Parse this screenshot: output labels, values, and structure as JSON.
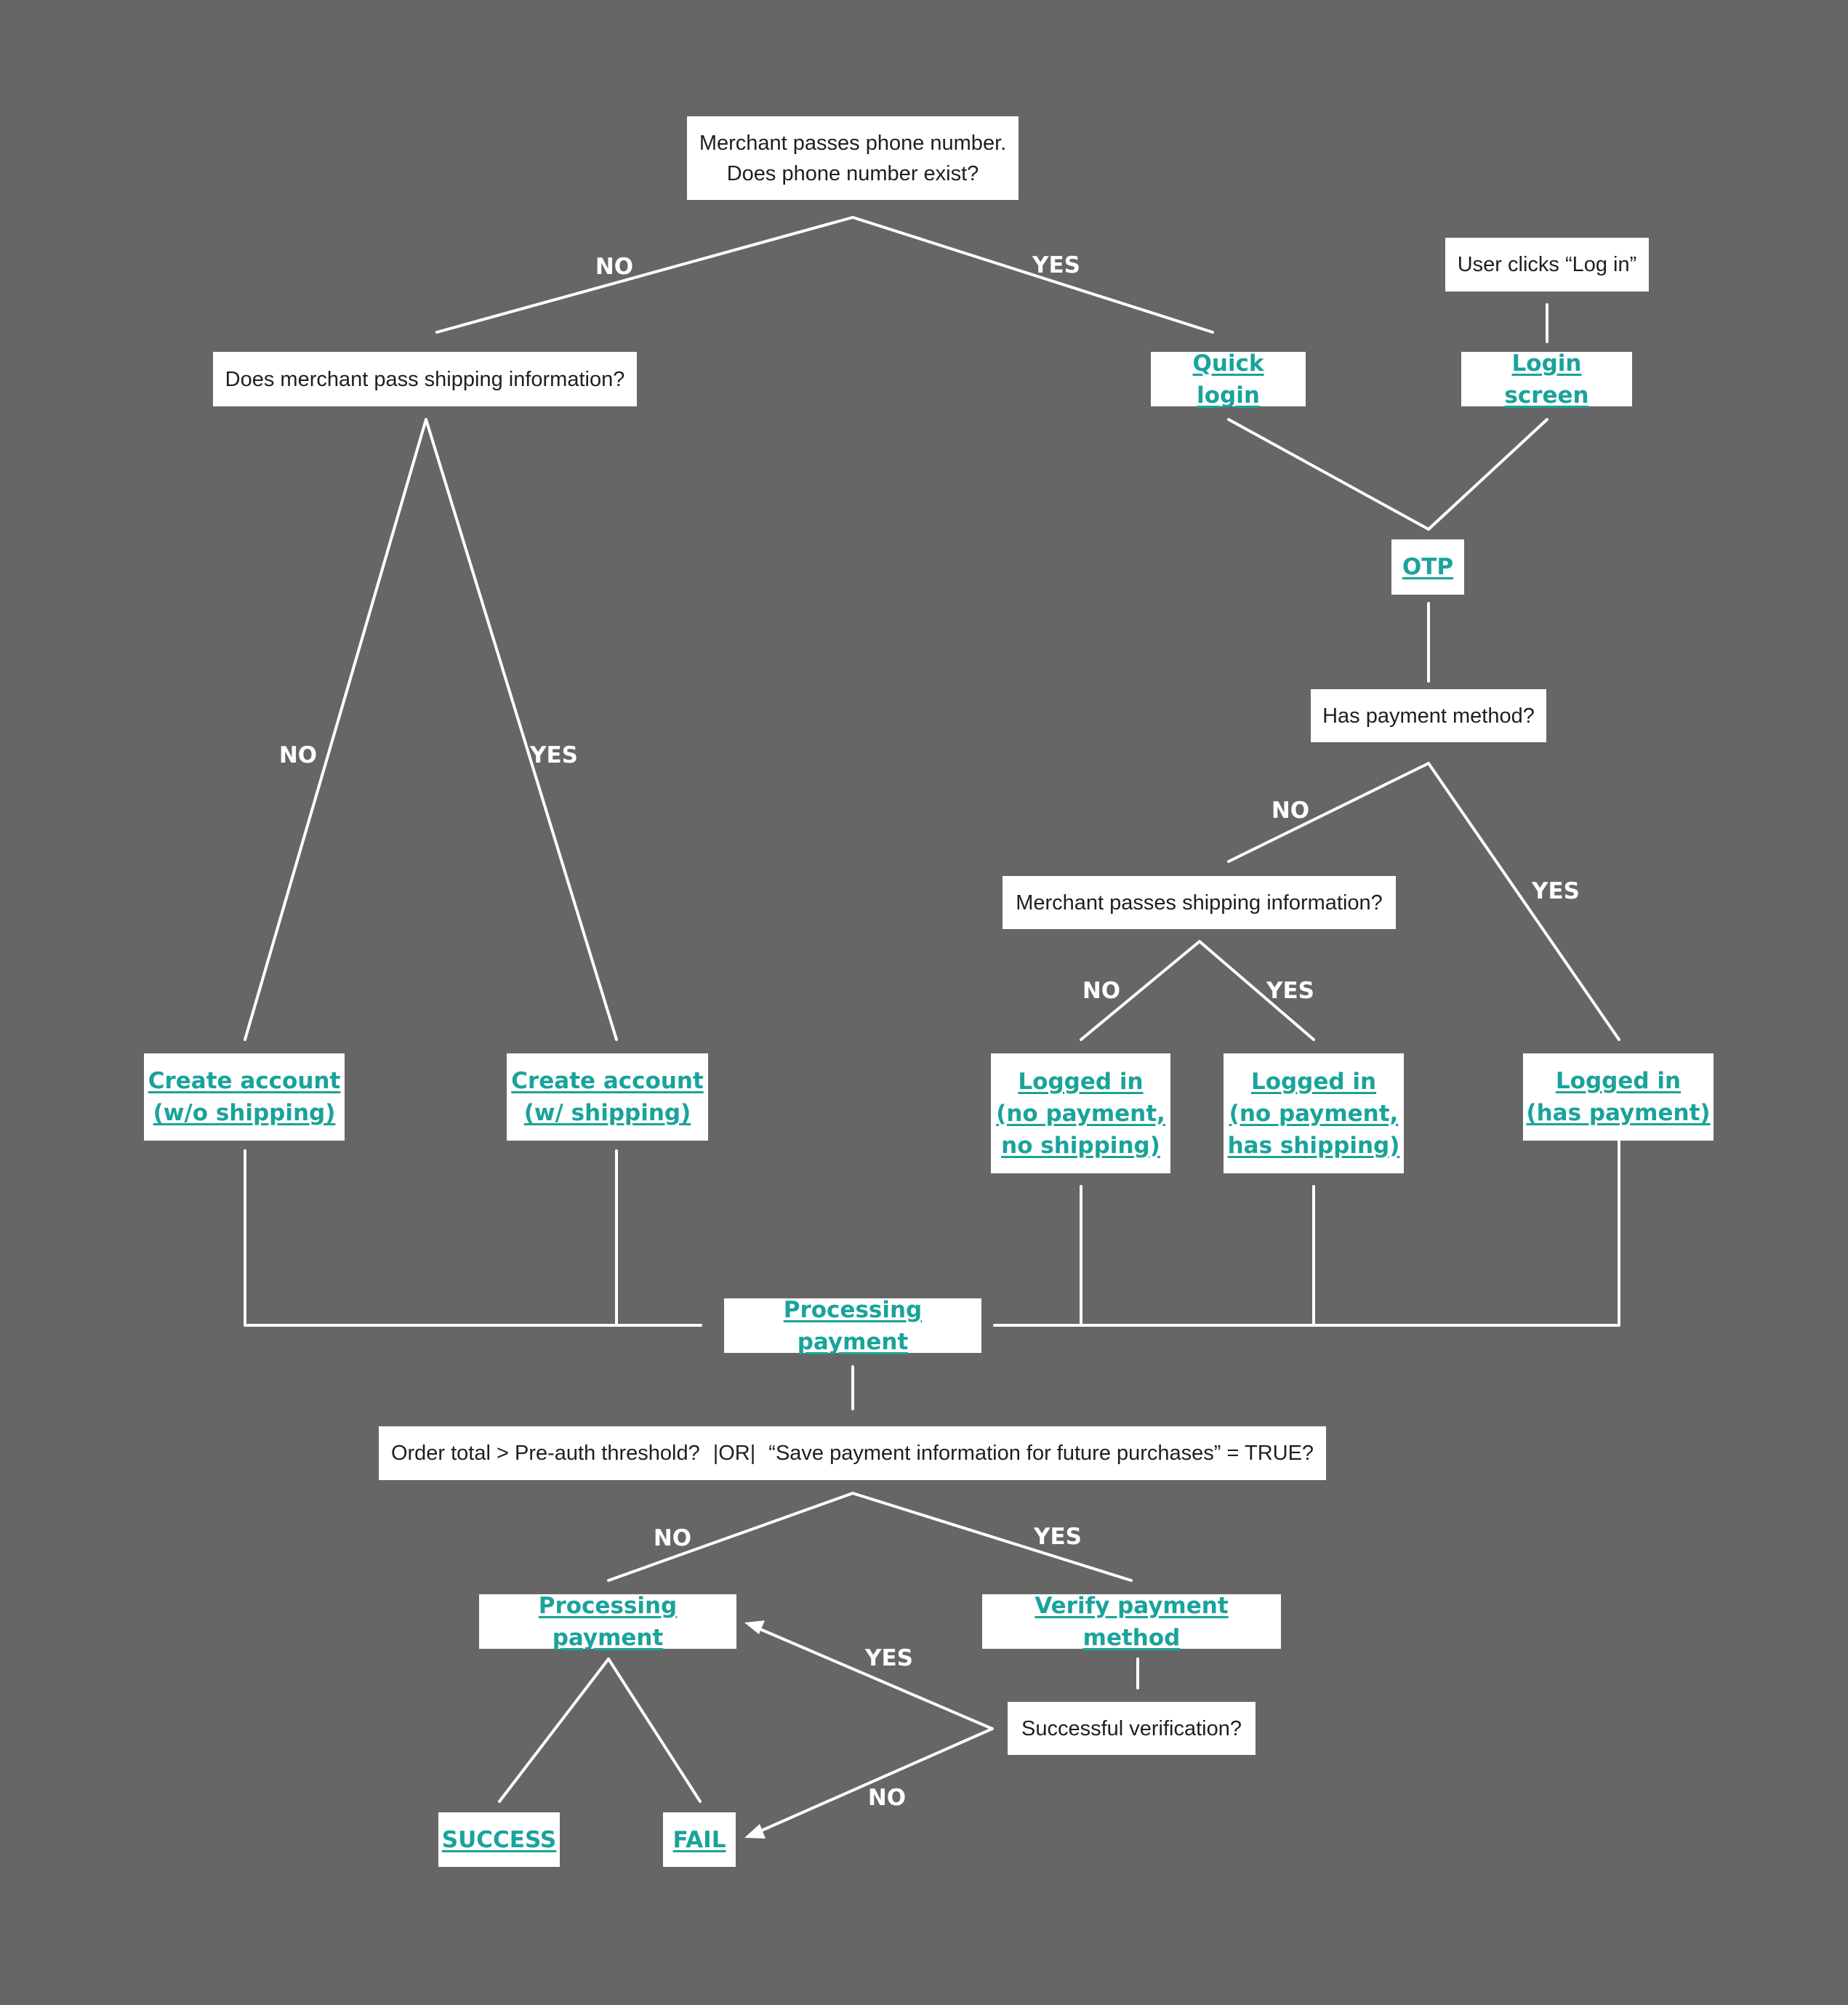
{
  "nodes": {
    "phone_exists": [
      "Merchant passes phone number.",
      "Does phone number exist?"
    ],
    "user_clicks_login": "User clicks “Log in”",
    "pass_shipping": "Does merchant pass shipping information?",
    "quick_login": "Quick login",
    "login_screen": "Login screen",
    "otp": "OTP",
    "has_payment": "Has payment method?",
    "merchant_shipping": "Merchant passes shipping information?",
    "create_no_ship": [
      "Create account",
      "(w/o shipping)"
    ],
    "create_ship": [
      "Create account",
      "(w/ shipping)"
    ],
    "logged_none": [
      "Logged in",
      "(no payment,",
      "no shipping)"
    ],
    "logged_ship": [
      "Logged in",
      "(no payment,",
      "has shipping)"
    ],
    "logged_pay": [
      "Logged in",
      "(has payment)"
    ],
    "processing_payment_1": "Processing payment",
    "order_total": {
      "part1": "Order total > Pre-auth threshold?",
      "or": "|OR|",
      "part2": "“Save payment information for future purchases” = TRUE?"
    },
    "processing_payment_2": "Processing payment",
    "verify_payment": "Verify payment method",
    "success_verify": "Successful verification?",
    "success": "SUCCESS",
    "fail": "FAIL"
  },
  "edge_labels": {
    "phone_no": "NO",
    "phone_yes": "YES",
    "ship_no": "NO",
    "ship_yes": "YES",
    "pay_no": "NO",
    "pay_yes": "YES",
    "mship_no": "NO",
    "mship_yes": "YES",
    "order_no": "NO",
    "order_yes": "YES",
    "verify_yes": "YES",
    "verify_no": "NO"
  },
  "colors": {
    "background": "#666666",
    "box": "#ffffff",
    "link_text": "#1aa39a",
    "question_text": "#1f1f1f",
    "connector": "#ffffff"
  }
}
